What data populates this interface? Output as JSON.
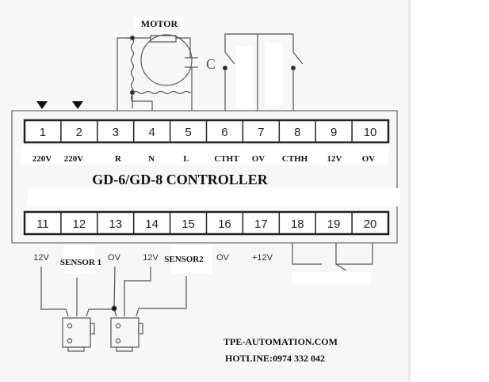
{
  "motor": {
    "label": "MOTOR",
    "capacitor_label": "C"
  },
  "controller": {
    "title": "GD-6/GD-8 CONTROLLER",
    "top_terminals": [
      "1",
      "2",
      "3",
      "4",
      "5",
      "6",
      "7",
      "8",
      "9",
      "10"
    ],
    "top_labels": [
      "220V",
      "220V",
      "R",
      "N",
      "L",
      "CTHT",
      "OV",
      "CTHH",
      "12V",
      "OV"
    ],
    "bottom_terminals": [
      "11",
      "12",
      "13",
      "14",
      "15",
      "16",
      "17",
      "18",
      "19",
      "20"
    ]
  },
  "bottom_labels": {
    "t11": "12V",
    "sensor1": "SENSOR 1",
    "t13": "OV",
    "t14": "12V",
    "sensor2": "SENSOR2",
    "t16": "OV",
    "t17": "+12V"
  },
  "footer": {
    "website": "TPE-AUTOMATION.COM",
    "hotline": "HOTLINE:0974 332 042"
  },
  "colors": {
    "background": "#f7f7f7",
    "line": "#555555",
    "border_blue": "#d6e6f3"
  }
}
